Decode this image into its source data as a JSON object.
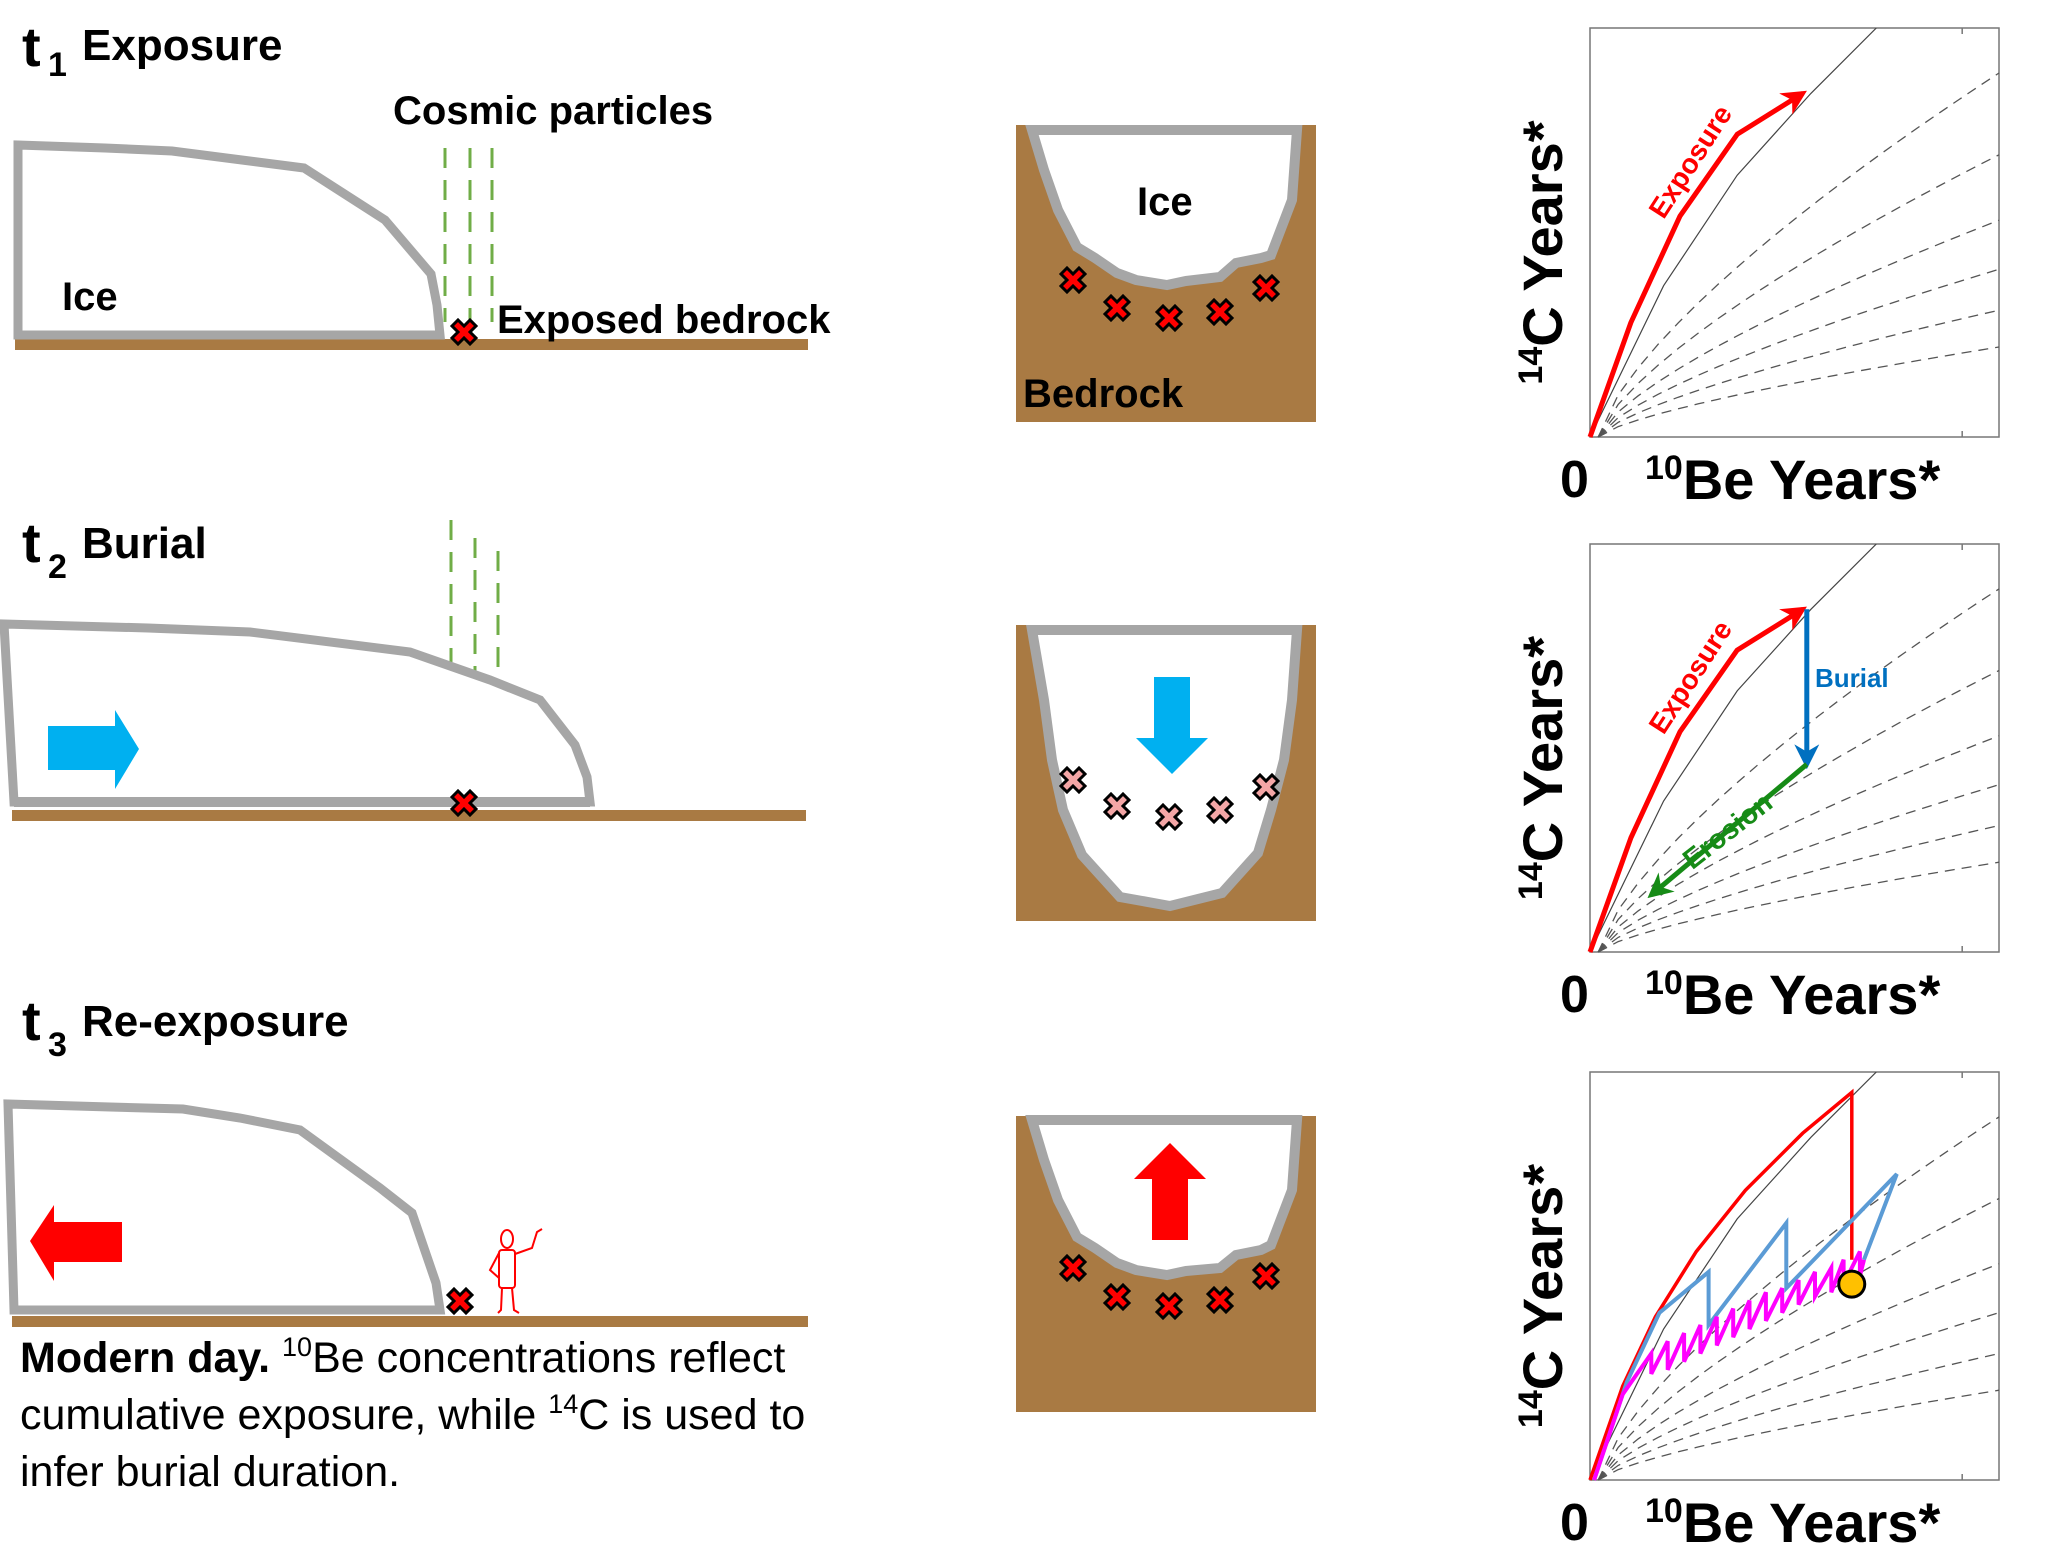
{
  "figure": {
    "stages": [
      {
        "id": "t1",
        "letter": "t",
        "subscript": "1",
        "title": "Exposure"
      },
      {
        "id": "t2",
        "letter": "t",
        "subscript": "2",
        "title": "Burial"
      },
      {
        "id": "t3",
        "letter": "t",
        "subscript": "3",
        "title": "Re-exposure"
      }
    ],
    "labels": {
      "cosmic_particles": "Cosmic particles",
      "ice": "Ice",
      "exposed_bedrock": "Exposed bedrock",
      "cross_section_ice": "Ice",
      "cross_section_bedrock": "Bedrock"
    },
    "caption": {
      "bold": "Modern day.",
      "sup1": "10",
      "part1": "Be concentrations reflect cumulative exposure, while ",
      "sup2": "14",
      "part2": "C is used to infer burial duration."
    },
    "icons": {
      "ice_flow_advance": "arrow-right-blue",
      "ice_flow_retreat": "arrow-left-red",
      "ice_thickening": "arrow-down-blue",
      "ice_thinning": "arrow-up-red",
      "sample_marker": "x-cross",
      "person": "stick-figure"
    },
    "colors": {
      "bedrock": "#A97A43",
      "ice_outline": "#A6A6A6",
      "cosmic": "#70AD47",
      "exposed_sample": "#FF0000",
      "buried_sample": "#F4A6A6",
      "burial_arrow": "#00B0F0",
      "burial_curve": "#0070C0",
      "erosion_curve": "#168B16",
      "complex_history_1": "#5B9BD5",
      "complex_history_2": "#FF00FF",
      "sample_dot": "#FFC000"
    }
  },
  "chart_data": [
    {
      "type": "line",
      "title": "t1 Exposure",
      "xlabel_sup": "10",
      "xlabel": "Be Years*",
      "ylabel_sup": "14",
      "ylabel": "C Years*",
      "origin_label": "0",
      "xlim": [
        0,
        1
      ],
      "ylim": [
        0,
        1
      ],
      "grid": false,
      "annotations": [
        {
          "text": "Exposure",
          "color": "#FF0000"
        }
      ],
      "series": [
        {
          "name": "steady-exposure line",
          "style": "solid-thin",
          "x": [
            0,
            0.18,
            0.36,
            0.54,
            0.7
          ],
          "y": [
            0,
            0.37,
            0.64,
            0.84,
            1.0
          ]
        },
        {
          "name": "Exposure",
          "style": "arrow",
          "color": "#FF0000",
          "x": [
            0,
            0.1,
            0.22,
            0.36,
            0.52
          ],
          "y": [
            0,
            0.28,
            0.54,
            0.74,
            0.84
          ]
        }
      ],
      "burial_isochrons": 6
    },
    {
      "type": "line",
      "title": "t2 Burial",
      "xlabel_sup": "10",
      "xlabel": "Be Years*",
      "ylabel_sup": "14",
      "ylabel": "C Years*",
      "origin_label": "0",
      "xlim": [
        0,
        1
      ],
      "ylim": [
        0,
        1
      ],
      "grid": false,
      "annotations": [
        {
          "text": "Exposure",
          "color": "#FF0000"
        },
        {
          "text": "Burial",
          "color": "#0070C0"
        },
        {
          "text": "Erosion",
          "color": "#168B16"
        }
      ],
      "series": [
        {
          "name": "steady-exposure line",
          "style": "solid-thin",
          "x": [
            0,
            0.18,
            0.36,
            0.54,
            0.7
          ],
          "y": [
            0,
            0.37,
            0.64,
            0.84,
            1.0
          ]
        },
        {
          "name": "Exposure",
          "style": "arrow",
          "color": "#FF0000",
          "x": [
            0,
            0.1,
            0.22,
            0.36,
            0.52
          ],
          "y": [
            0,
            0.28,
            0.54,
            0.74,
            0.84
          ]
        },
        {
          "name": "Burial",
          "style": "arrow",
          "color": "#0070C0",
          "x": [
            0.53,
            0.53
          ],
          "y": [
            0.84,
            0.46
          ]
        },
        {
          "name": "Erosion",
          "style": "arrow",
          "color": "#168B16",
          "x": [
            0.53,
            0.15
          ],
          "y": [
            0.46,
            0.14
          ]
        }
      ],
      "burial_isochrons": 6
    },
    {
      "type": "line",
      "title": "t3 Re-exposure",
      "xlabel_sup": "10",
      "xlabel": "Be Years*",
      "ylabel_sup": "14",
      "ylabel": "C Years*",
      "origin_label": "0",
      "xlim": [
        0,
        1
      ],
      "ylim": [
        0,
        1
      ],
      "grid": false,
      "series": [
        {
          "name": "steady-exposure line",
          "style": "solid-thin",
          "x": [
            0,
            0.18,
            0.36,
            0.54,
            0.7
          ],
          "y": [
            0,
            0.37,
            0.64,
            0.84,
            1.0
          ]
        },
        {
          "name": "single burial",
          "color": "#FF0000",
          "x": [
            0,
            0.08,
            0.16,
            0.26,
            0.38,
            0.52,
            0.64,
            0.64,
            0.64
          ],
          "y": [
            0,
            0.23,
            0.4,
            0.56,
            0.71,
            0.85,
            0.95,
            0.95,
            0.54
          ]
        },
        {
          "name": "multiple burials (blue)",
          "color": "#5B9BD5",
          "x": [
            0.01,
            0.09,
            0.17,
            0.29,
            0.29,
            0.48,
            0.48,
            0.75,
            0.67
          ],
          "y": [
            0,
            0.24,
            0.41,
            0.51,
            0.38,
            0.63,
            0.47,
            0.75,
            0.54
          ]
        },
        {
          "name": "frequent burials (magenta)",
          "color": "#FF00FF",
          "x": [
            0.01,
            0.08,
            0.15,
            0.15,
            0.19,
            0.19,
            0.23,
            0.23,
            0.27,
            0.27,
            0.31,
            0.31,
            0.35,
            0.35,
            0.39,
            0.39,
            0.43,
            0.43,
            0.47,
            0.47,
            0.51,
            0.51,
            0.55,
            0.55,
            0.59,
            0.59,
            0.62,
            0.62,
            0.66,
            0.66,
            0.67
          ],
          "y": [
            0,
            0.21,
            0.31,
            0.26,
            0.34,
            0.27,
            0.36,
            0.29,
            0.38,
            0.31,
            0.4,
            0.33,
            0.42,
            0.35,
            0.44,
            0.37,
            0.46,
            0.39,
            0.47,
            0.41,
            0.49,
            0.43,
            0.51,
            0.45,
            0.52,
            0.46,
            0.54,
            0.48,
            0.56,
            0.5,
            0.54
          ]
        },
        {
          "name": "sample",
          "style": "marker",
          "color": "#FFC000",
          "x": [
            0.64
          ],
          "y": [
            0.48
          ]
        }
      ],
      "burial_isochrons": 6
    }
  ]
}
